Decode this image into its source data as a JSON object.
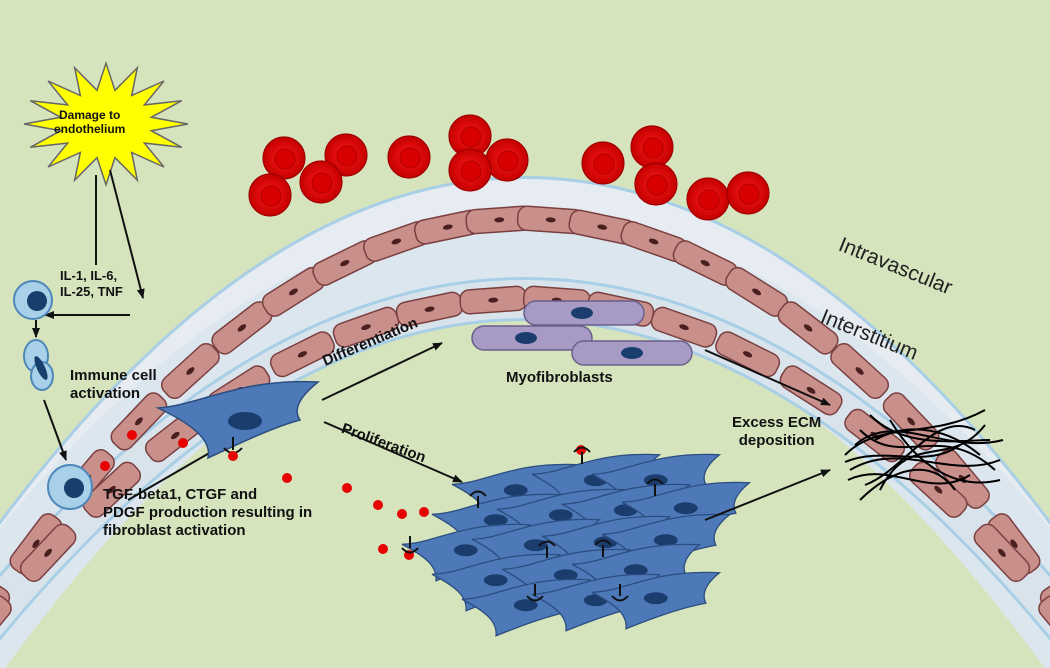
{
  "damage_label": "Damage to\nendothelium",
  "cytokines_label": "IL-1, IL-6,\nIL-25, TNF",
  "immune_label": "Immune cell\nactivation",
  "growth_label": "TGF-beta1, CTGF and\nPDGF production resulting in\nfibroblast activation",
  "differentiation_label": "Differentiation",
  "proliferation_label": "Proliferation",
  "myofibroblasts_label": "Myofibroblasts",
  "ecm_label": "Excess ECM\ndeposition",
  "intravascular_label": "Intravascular",
  "interstitium_label": "Interstitium",
  "colors": {
    "background": "#d6e4bd",
    "vessel_lumen": "#dde6ef",
    "endothelial_cell": "#c98f8b",
    "red_blood_cell": "#e60000",
    "fibroblast": "#4d79b9",
    "myofibroblast": "#a79bc6",
    "star": "#ffff00"
  }
}
